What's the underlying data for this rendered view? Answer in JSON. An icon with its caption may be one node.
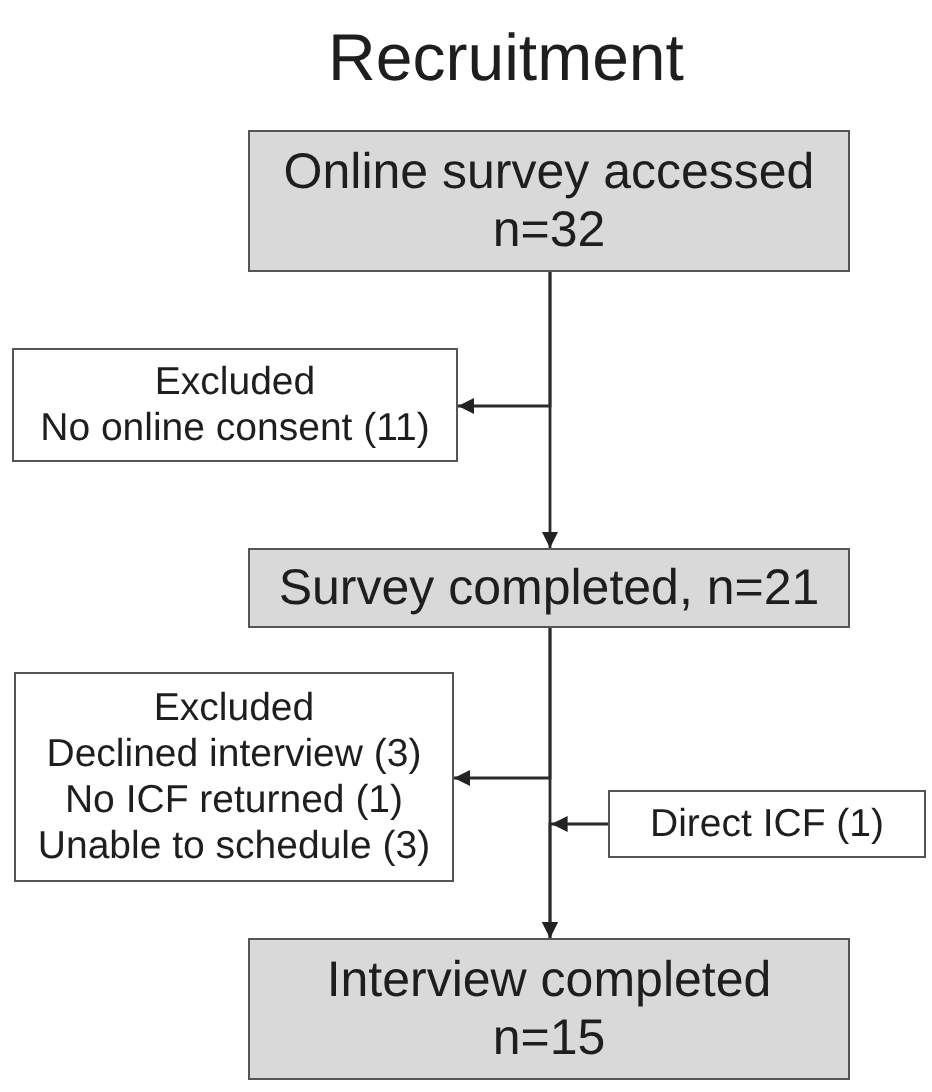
{
  "diagram": {
    "title": "Recruitment",
    "nodes": [
      {
        "text": [
          "Online survey accessed",
          "n=32"
        ]
      },
      {
        "text": [
          "Excluded",
          "No online consent (11)"
        ]
      },
      {
        "text": [
          "Survey completed, n=21"
        ]
      },
      {
        "text": [
          "Excluded",
          "Declined interview (3)",
          "No ICF returned (1)",
          "Unable to schedule (3)"
        ]
      },
      {
        "text": [
          "Direct ICF (1)"
        ]
      },
      {
        "text": [
          "Interview completed",
          "n=15"
        ]
      }
    ],
    "edges": [
      {
        "from": 0,
        "to": 1,
        "arrow": "to"
      },
      {
        "from": 0,
        "to": 2,
        "arrow": "to"
      },
      {
        "from": 2,
        "to": 3,
        "arrow": "to"
      },
      {
        "from": 4,
        "to": 5,
        "arrow": "to"
      },
      {
        "from": 2,
        "to": 5,
        "arrow": "to"
      }
    ]
  }
}
